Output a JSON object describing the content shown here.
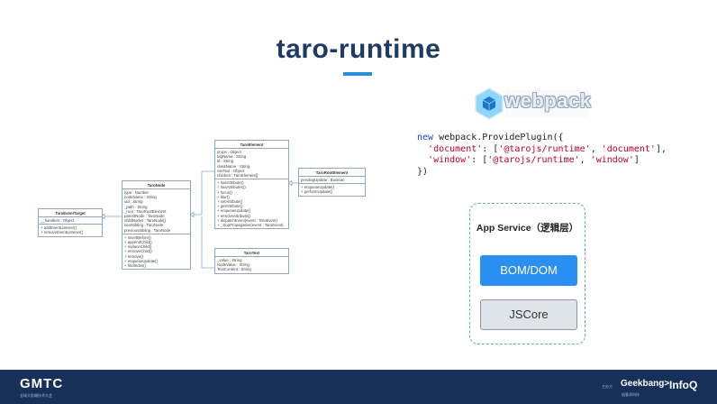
{
  "slide": {
    "title": "taro-runtime",
    "logo": {
      "name": "webpack",
      "icon": "webpack-cube-icon"
    },
    "code": {
      "line1_kw": "new",
      "line1_rest": " webpack.ProvidePlugin({",
      "line2_key": "'document'",
      "line2_sep1": ": [",
      "line2_v1": "'@tarojs/runtime'",
      "line2_sep2": ", ",
      "line2_v2": "'document'",
      "line2_end": "],",
      "line3_key": "'window'",
      "line3_sep1": ": [",
      "line3_v1": "'@tarojs/runtime'",
      "line3_sep2": ", ",
      "line3_v2": "'window'",
      "line3_end": "]",
      "line4": "})"
    },
    "app_service": {
      "title": "App Service（逻辑层）",
      "bom_label": "BOM/DOM",
      "jscore_label": "JSCore"
    }
  },
  "uml": {
    "event_target": {
      "name": "TaroEventTarget",
      "props": [
        "__handlers : Object"
      ],
      "methods": [
        "+ addEventListener()",
        "+ removeEventListener()"
      ]
    },
    "node": {
      "name": "TaroNode",
      "props": [
        "type : Number",
        "nodeName : String",
        "uid : String",
        "_path : String",
        "_root : TaroRootElement",
        "parentNode : TaroNode",
        "childNodes : TaroNode[]",
        "nextSibling : TaroNode",
        "previousSibling : TaroNode"
      ],
      "methods": [
        "+ insertBefore()",
        "+ appendChild()",
        "+ replaceChild()",
        "+ removeChild()",
        "+ remove()",
        "+ enqueueUpdate()",
        "+ findIndex()"
      ]
    },
    "element": {
      "name": "TaroElement",
      "props": [
        "props : Object",
        "tagName : String",
        "id : String",
        "className : String",
        "cssText : Object",
        "children : TaroElement[]"
      ],
      "methods": [
        "+ hasAttribute()",
        "+ hasAttributes()",
        "+ focus()",
        "+ blur()",
        "+ setAttribute()",
        "+ getAttribute()",
        "+ enqueueUpdate()",
        "+ removeAttribute()",
        "+ dispatchEvent(event : TaroEvent)",
        "+ _stopPropagation(event : TaroEvent)"
      ]
    },
    "root_element": {
      "name": "TaroRootElement",
      "props": [
        "pendingUpdate : Boolean"
      ],
      "methods": [
        "+ enqueueUpdate()",
        "+ performUpdate()"
      ]
    },
    "text": {
      "name": "TaroText",
      "props": [
        "_value : String",
        "NodeValue : String",
        "TextContent : String"
      ]
    }
  },
  "footer": {
    "brand": "GMTC",
    "brand_sub": "全球大前端技术大会",
    "sponsor_note": "主办方",
    "geekbang": "Geekbang>.",
    "geekbang_sub": "极客邦科技",
    "infoq": "InfoQ"
  }
}
